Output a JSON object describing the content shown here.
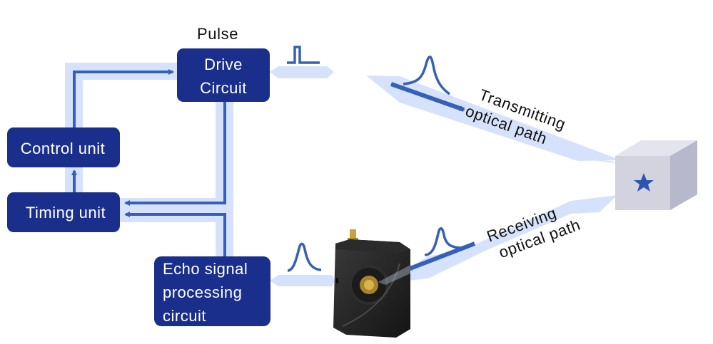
{
  "title": "Pulsed laser ranging system block diagram",
  "colors": {
    "box_fill": "#1a2f8c",
    "box_text": "#ffffff",
    "arrow": "#3560b8",
    "band": "#d6e2fc",
    "label": "#111111",
    "target_front": "#d3d3e0",
    "target_top": "#e4e4ef",
    "target_side": "#b8b8cc",
    "star": "#2d55b0"
  },
  "labels": {
    "pulse": "Pulse",
    "transmitting_line1": "Transmitting",
    "transmitting_line2": "optical path",
    "receiving_line1": "Receiving",
    "receiving_line2": "optical path"
  },
  "blocks": {
    "drive_circuit": {
      "line1": "Drive",
      "line2": "Circuit"
    },
    "control_unit": {
      "line1": "Control unit"
    },
    "timing_unit": {
      "line1": "Timing unit"
    },
    "echo_processing": {
      "line1": "Echo signal",
      "line2": "processing",
      "line3": "circuit"
    }
  },
  "icons": {
    "square_pulse": "square-pulse-waveform",
    "gaussian_pulse": "gaussian-pulse-waveform",
    "target": "cube-target-with-star",
    "detector": "photodetector-device"
  }
}
